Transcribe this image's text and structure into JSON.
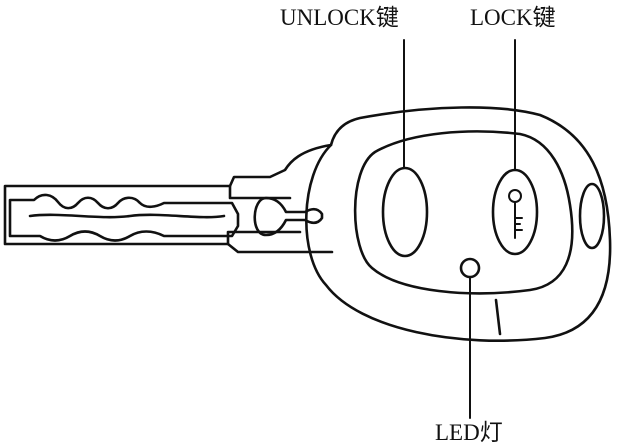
{
  "labels": {
    "unlock": "UNLOCK键",
    "lock": "LOCK键",
    "led": "LED灯"
  },
  "colors": {
    "stroke": "#111111",
    "fill": "#ffffff"
  }
}
